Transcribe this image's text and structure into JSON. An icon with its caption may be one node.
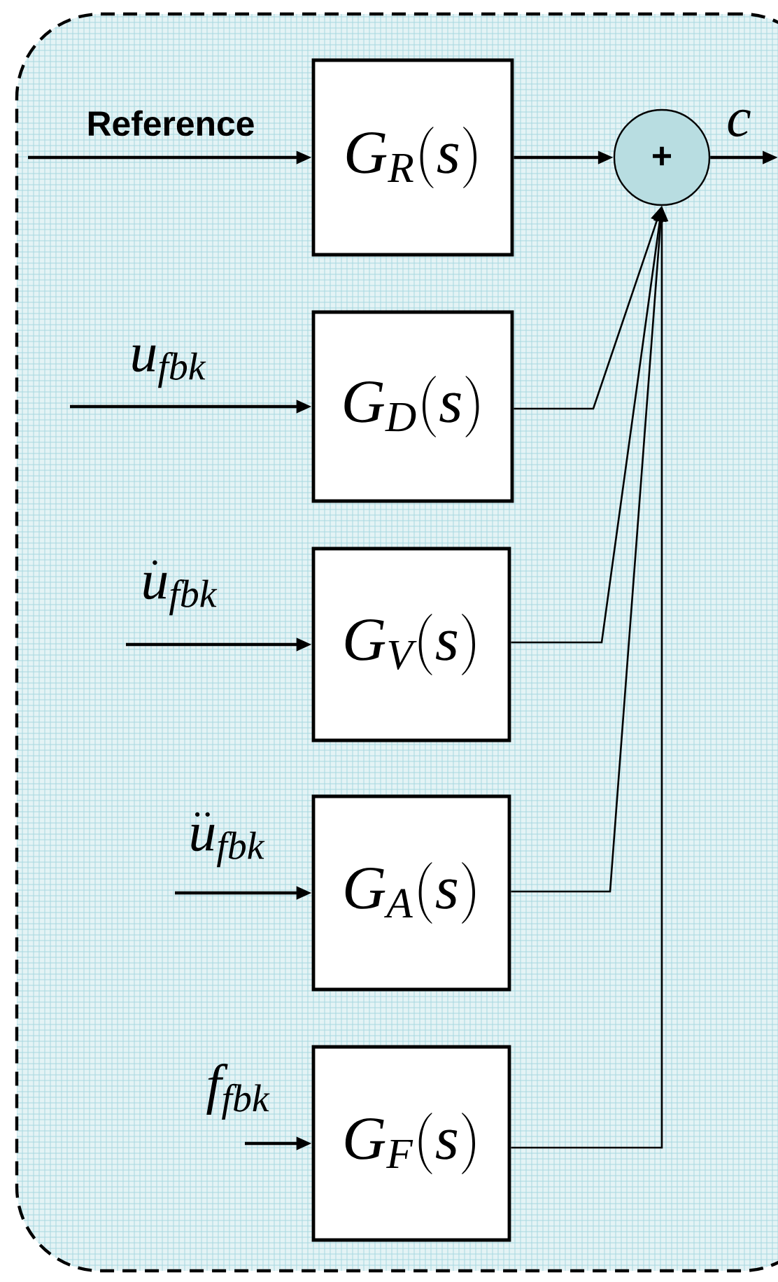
{
  "diagram": {
    "nodes": [
      {
        "text": [],
        "shape": "box"
      },
      {
        "text": [
          "G_{R}(s)"
        ],
        "in": 0
      },
      {
        "text": [
          "G_{D}(s)"
        ],
        "in": 0
      },
      {
        "text": [
          "G_{V}(s)"
        ],
        "in": 0
      },
      {
        "text": [
          "G_{A}(s)"
        ],
        "in": 0
      },
      {
        "text": [
          "G_{F}(s)"
        ],
        "in": 0
      },
      {
        "text": [
          "+"
        ],
        "in": 0
      }
    ],
    "edges": [
      {
        "from": null,
        "to": 1,
        "arrow": "to",
        "label": "Reference"
      },
      {
        "from": null,
        "to": 2,
        "arrow": "to",
        "label": "u_{fbk}"
      },
      {
        "from": null,
        "to": 3,
        "arrow": "to",
        "label": "\\dot{u}_{fbk}"
      },
      {
        "from": null,
        "to": 4,
        "arrow": "to",
        "label": "\\ddot{u}_{fbk}"
      },
      {
        "from": null,
        "to": 5,
        "arrow": "to",
        "label": "f_{fbk}"
      },
      {
        "from": 1,
        "to": 6,
        "arrow": "to"
      },
      {
        "from": 2,
        "to": 6,
        "arrow": "to"
      },
      {
        "from": 3,
        "to": 6,
        "arrow": "to"
      },
      {
        "from": 4,
        "to": 6,
        "arrow": "to"
      },
      {
        "from": 5,
        "to": 6,
        "arrow": "to"
      },
      {
        "from": 6,
        "to": null,
        "arrow": "to",
        "label": "c"
      }
    ]
  }
}
